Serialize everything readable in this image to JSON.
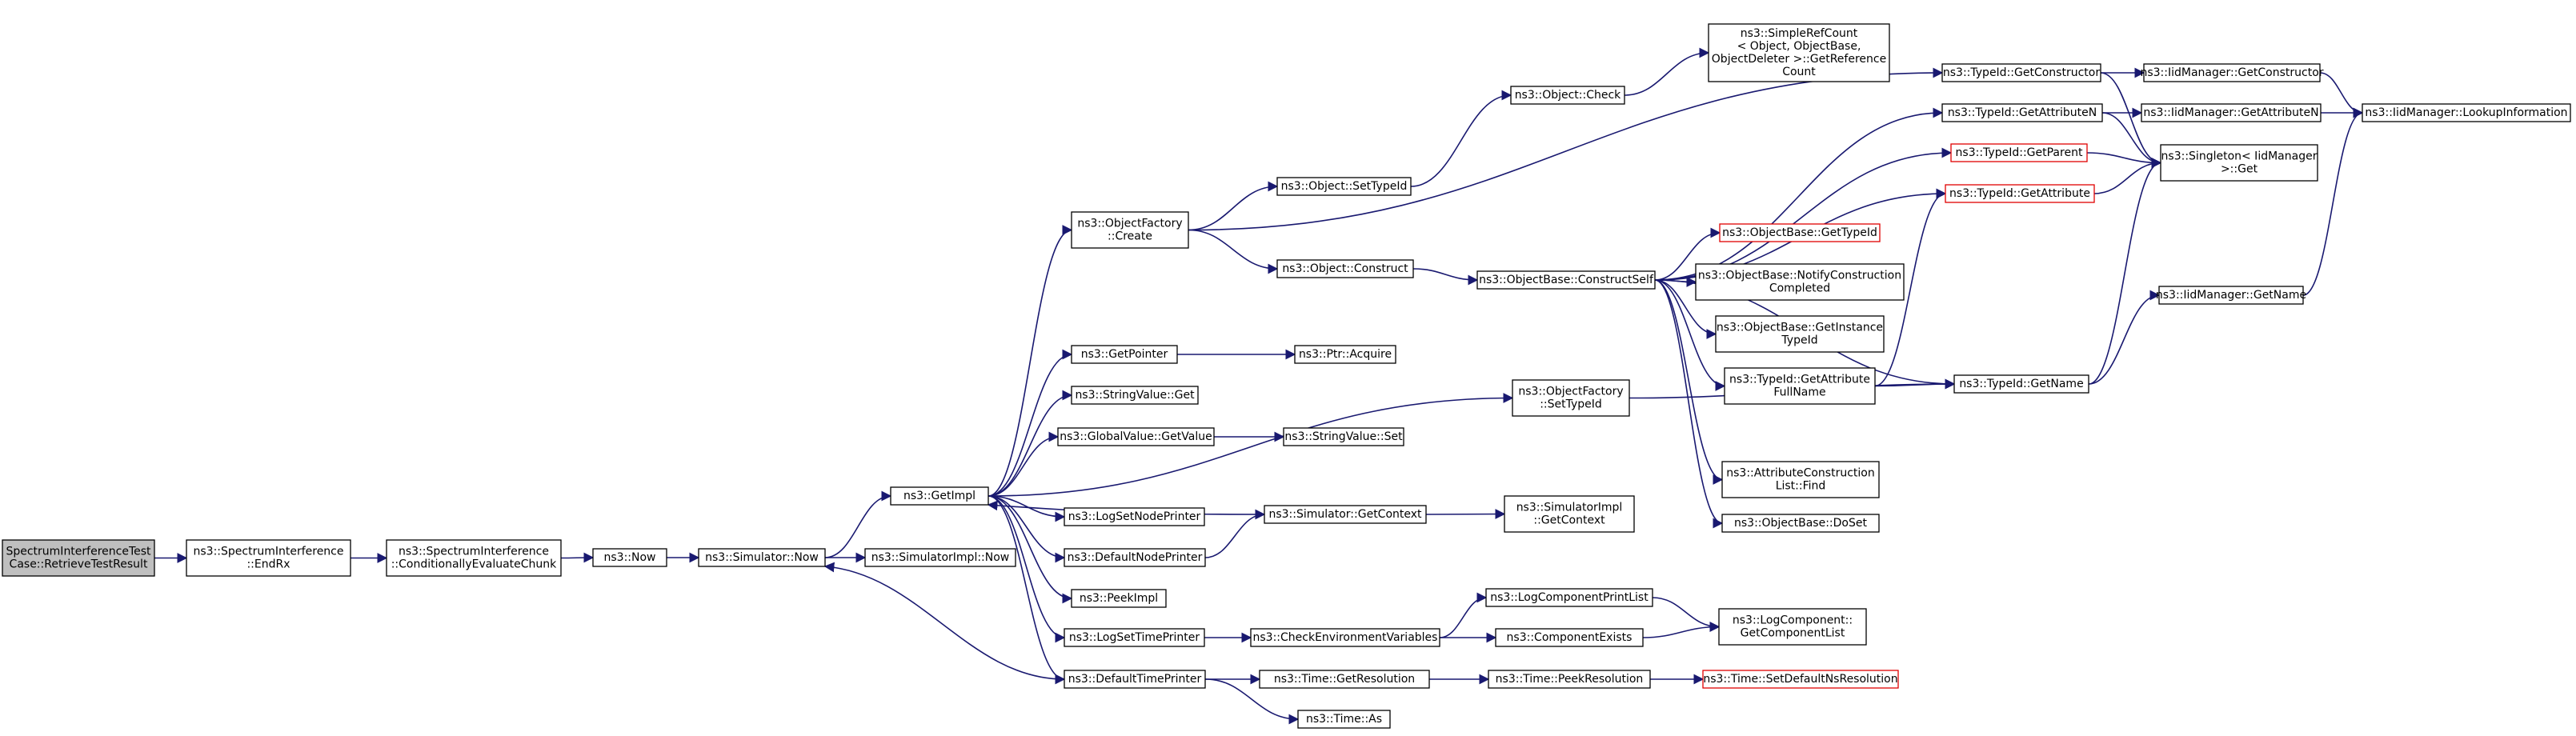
{
  "graph": {
    "edge_color": "#191970",
    "node_border": "#000000",
    "truncated_node_border": "#ff0000",
    "root_fill": "#bfbfbf",
    "nodes": [
      {
        "id": "root",
        "lines": [
          "SpectrumInterferenceTest",
          "Case::RetrieveTestResult"
        ],
        "style": "root"
      },
      {
        "id": "endrx",
        "lines": [
          "ns3::SpectrumInterference",
          "::EndRx"
        ]
      },
      {
        "id": "condeval",
        "lines": [
          "ns3::SpectrumInterference",
          "::ConditionallyEvaluateChunk"
        ]
      },
      {
        "id": "now",
        "lines": [
          "ns3::Now"
        ]
      },
      {
        "id": "simnow",
        "lines": [
          "ns3::Simulator::Now"
        ]
      },
      {
        "id": "simimplnow",
        "lines": [
          "ns3::SimulatorImpl::Now"
        ]
      },
      {
        "id": "getimpl",
        "lines": [
          "ns3::GetImpl"
        ]
      },
      {
        "id": "ofcreate",
        "lines": [
          "ns3::ObjectFactory",
          "::Create"
        ]
      },
      {
        "id": "getpointer",
        "lines": [
          "ns3::GetPointer"
        ]
      },
      {
        "id": "strget",
        "lines": [
          "ns3::StringValue::Get"
        ]
      },
      {
        "id": "gvget",
        "lines": [
          "ns3::GlobalValue::GetValue"
        ]
      },
      {
        "id": "logsetnode",
        "lines": [
          "ns3::LogSetNodePrinter"
        ]
      },
      {
        "id": "defnode",
        "lines": [
          "ns3::DefaultNodePrinter"
        ]
      },
      {
        "id": "peekimpl",
        "lines": [
          "ns3::PeekImpl"
        ]
      },
      {
        "id": "logsettime",
        "lines": [
          "ns3::LogSetTimePrinter"
        ]
      },
      {
        "id": "deftime",
        "lines": [
          "ns3::DefaultTimePrinter"
        ]
      },
      {
        "id": "objsettype",
        "lines": [
          "ns3::Object::SetTypeId"
        ]
      },
      {
        "id": "objconstruct",
        "lines": [
          "ns3::Object::Construct"
        ]
      },
      {
        "id": "ptracquire",
        "lines": [
          "ns3::Ptr::Acquire"
        ]
      },
      {
        "id": "strset",
        "lines": [
          "ns3::StringValue::Set"
        ]
      },
      {
        "id": "simgetctx",
        "lines": [
          "ns3::Simulator::GetContext"
        ]
      },
      {
        "id": "checkenv",
        "lines": [
          "ns3::CheckEnvironmentVariables"
        ]
      },
      {
        "id": "timegetres",
        "lines": [
          "ns3::Time::GetResolution"
        ]
      },
      {
        "id": "timeas",
        "lines": [
          "ns3::Time::As"
        ]
      },
      {
        "id": "objcheck",
        "lines": [
          "ns3::Object::Check"
        ]
      },
      {
        "id": "obconstructself",
        "lines": [
          "ns3::ObjectBase::ConstructSelf"
        ]
      },
      {
        "id": "ofsettype",
        "lines": [
          "ns3::ObjectFactory",
          "::SetTypeId"
        ]
      },
      {
        "id": "simimplctx",
        "lines": [
          "ns3::SimulatorImpl",
          "::GetContext"
        ]
      },
      {
        "id": "logcompprint",
        "lines": [
          "ns3::LogComponentPrintList"
        ]
      },
      {
        "id": "compexists",
        "lines": [
          "ns3::ComponentExists"
        ]
      },
      {
        "id": "peekres",
        "lines": [
          "ns3::Time::PeekResolution"
        ]
      },
      {
        "id": "simplerefcount",
        "lines": [
          "ns3::SimpleRefCount",
          "< Object, ObjectBase,",
          "ObjectDeleter >::GetReference",
          "Count"
        ]
      },
      {
        "id": "obgettypeid",
        "lines": [
          "ns3::ObjectBase::GetTypeId"
        ],
        "style": "red"
      },
      {
        "id": "obnotify",
        "lines": [
          "ns3::ObjectBase::NotifyConstruction",
          "Completed"
        ]
      },
      {
        "id": "obgetinst",
        "lines": [
          "ns3::ObjectBase::GetInstance",
          "TypeId"
        ]
      },
      {
        "id": "tidgetattrfull",
        "lines": [
          "ns3::TypeId::GetAttribute",
          "FullName"
        ]
      },
      {
        "id": "attrlistfind",
        "lines": [
          "ns3::AttributeConstruction",
          "List::Find"
        ]
      },
      {
        "id": "obdoset",
        "lines": [
          "ns3::ObjectBase::DoSet"
        ]
      },
      {
        "id": "logcompget",
        "lines": [
          "ns3::LogComponent::",
          "GetComponentList"
        ]
      },
      {
        "id": "setdefres",
        "lines": [
          "ns3::Time::SetDefaultNsResolution"
        ],
        "style": "red"
      },
      {
        "id": "tidgetctor",
        "lines": [
          "ns3::TypeId::GetConstructor"
        ]
      },
      {
        "id": "tidgetattrn",
        "lines": [
          "ns3::TypeId::GetAttributeN"
        ]
      },
      {
        "id": "tidgetparent",
        "lines": [
          "ns3::TypeId::GetParent"
        ],
        "style": "red"
      },
      {
        "id": "tidgetattr",
        "lines": [
          "ns3::TypeId::GetAttribute"
        ],
        "style": "red"
      },
      {
        "id": "tidgetname",
        "lines": [
          "ns3::TypeId::GetName"
        ]
      },
      {
        "id": "iidgetctor",
        "lines": [
          "ns3::IidManager::GetConstructor"
        ]
      },
      {
        "id": "iidgetattrn",
        "lines": [
          "ns3::IidManager::GetAttributeN"
        ]
      },
      {
        "id": "singleton",
        "lines": [
          "ns3::Singleton< IidManager",
          ">::Get"
        ]
      },
      {
        "id": "iidgetname",
        "lines": [
          "ns3::IidManager::GetName"
        ]
      },
      {
        "id": "iidlookup",
        "lines": [
          "ns3::IidManager::LookupInformation"
        ]
      }
    ],
    "edges": [
      [
        "root",
        "endrx"
      ],
      [
        "endrx",
        "condeval"
      ],
      [
        "condeval",
        "now"
      ],
      [
        "now",
        "simnow"
      ],
      [
        "simnow",
        "simimplnow"
      ],
      [
        "simnow",
        "getimpl"
      ],
      [
        "getimpl",
        "ofcreate"
      ],
      [
        "getimpl",
        "ofsettype"
      ],
      [
        "getimpl",
        "getpointer"
      ],
      [
        "getimpl",
        "strget"
      ],
      [
        "getimpl",
        "gvget"
      ],
      [
        "getimpl",
        "logsetnode"
      ],
      [
        "getimpl",
        "defnode"
      ],
      [
        "getimpl",
        "peekimpl"
      ],
      [
        "getimpl",
        "logsettime"
      ],
      [
        "getimpl",
        "deftime"
      ],
      [
        "ofcreate",
        "objsettype"
      ],
      [
        "ofcreate",
        "objconstruct"
      ],
      [
        "ofcreate",
        "tidgetctor"
      ],
      [
        "getpointer",
        "ptracquire"
      ],
      [
        "gvget",
        "strset"
      ],
      [
        "defnode",
        "simgetctx"
      ],
      [
        "simgetctx",
        "getimpl"
      ],
      [
        "simgetctx",
        "simimplctx"
      ],
      [
        "logsettime",
        "checkenv"
      ],
      [
        "deftime",
        "simnow"
      ],
      [
        "deftime",
        "timegetres"
      ],
      [
        "deftime",
        "timeas"
      ],
      [
        "objsettype",
        "objcheck"
      ],
      [
        "objcheck",
        "simplerefcount"
      ],
      [
        "objconstruct",
        "obconstructself"
      ],
      [
        "checkenv",
        "logcompprint"
      ],
      [
        "checkenv",
        "compexists"
      ],
      [
        "timegetres",
        "peekres"
      ],
      [
        "peekres",
        "setdefres"
      ],
      [
        "logcompprint",
        "logcompget"
      ],
      [
        "compexists",
        "logcompget"
      ],
      [
        "ofsettype",
        "tidgetname"
      ],
      [
        "obconstructself",
        "tidgetattrn"
      ],
      [
        "obconstructself",
        "tidgetparent"
      ],
      [
        "obconstructself",
        "tidgetattr"
      ],
      [
        "obconstructself",
        "obgettypeid"
      ],
      [
        "obconstructself",
        "obnotify"
      ],
      [
        "obconstructself",
        "obgetinst"
      ],
      [
        "obconstructself",
        "tidgetattrfull"
      ],
      [
        "obconstructself",
        "tidgetname"
      ],
      [
        "obconstructself",
        "attrlistfind"
      ],
      [
        "obconstructself",
        "obdoset"
      ],
      [
        "tidgetattrfull",
        "tidgetattr"
      ],
      [
        "tidgetattrfull",
        "tidgetname"
      ],
      [
        "tidgetctor",
        "iidgetctor"
      ],
      [
        "tidgetctor",
        "singleton"
      ],
      [
        "tidgetattrn",
        "iidgetattrn"
      ],
      [
        "tidgetattrn",
        "singleton"
      ],
      [
        "tidgetparent",
        "singleton"
      ],
      [
        "tidgetattr",
        "singleton"
      ],
      [
        "tidgetname",
        "singleton"
      ],
      [
        "tidgetname",
        "iidgetname"
      ],
      [
        "iidgetctor",
        "iidlookup"
      ],
      [
        "iidgetattrn",
        "iidlookup"
      ],
      [
        "iidgetname",
        "iidlookup"
      ]
    ]
  }
}
